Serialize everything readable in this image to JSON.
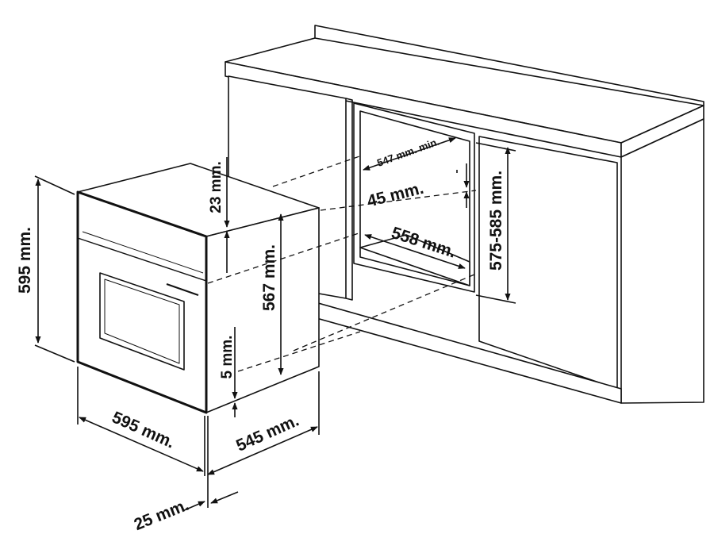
{
  "dimensions": {
    "oven_height": "595 mm.",
    "oven_width": "595 mm.",
    "oven_depth": "545 mm.",
    "front_panel": "25 mm.",
    "top_gap": "23 mm.",
    "body_height": "567 mm.",
    "bottom_gap": "5 mm.",
    "niche_depth_min": "547 mm. min.",
    "rear_gap": "45 mm.",
    "niche_width": "558 mm.",
    "niche_height": "575-585 mm."
  },
  "colors": {
    "line": "#111111",
    "background": "#ffffff"
  }
}
